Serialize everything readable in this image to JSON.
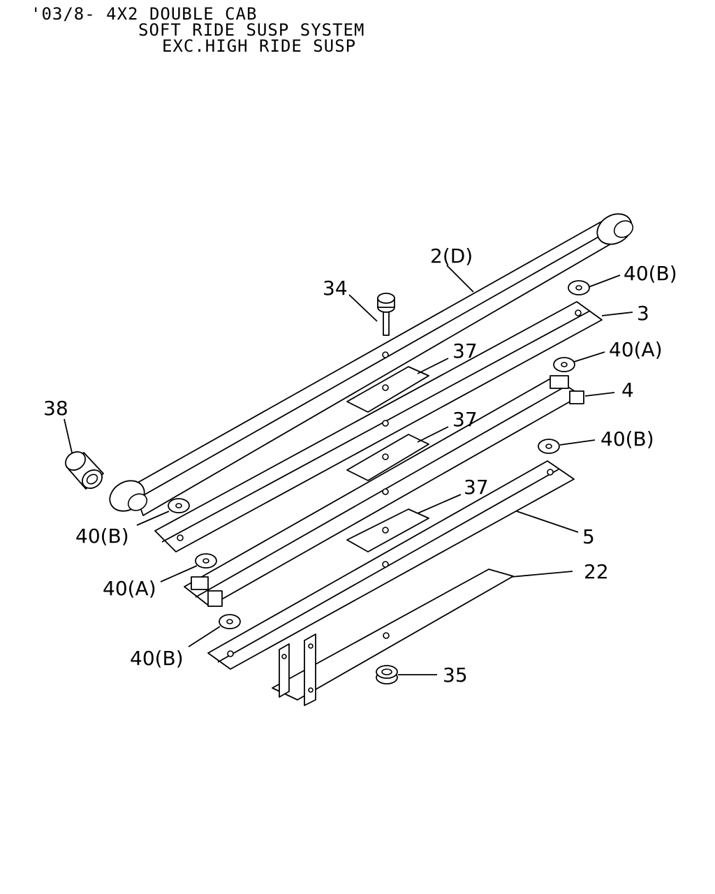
{
  "header": {
    "line1": "'03/8- 4X2 DOUBLE CAB",
    "line2": "SOFT RIDE SUSP SYSTEM",
    "line3": "EXC.HIGH RIDE SUSP"
  },
  "callouts": {
    "c_2d": "2(D)",
    "c_34": "34",
    "c_40b_top": "40(B)",
    "c_3": "3",
    "c_37_1": "37",
    "c_40a_top": "40(A)",
    "c_4": "4",
    "c_38": "38",
    "c_37_2": "37",
    "c_40b_mid": "40(B)",
    "c_37_3": "37",
    "c_40b_left": "40(B)",
    "c_5": "5",
    "c_40a_left": "40(A)",
    "c_22": "22",
    "c_40b_bottom": "40(B)",
    "c_35": "35"
  }
}
